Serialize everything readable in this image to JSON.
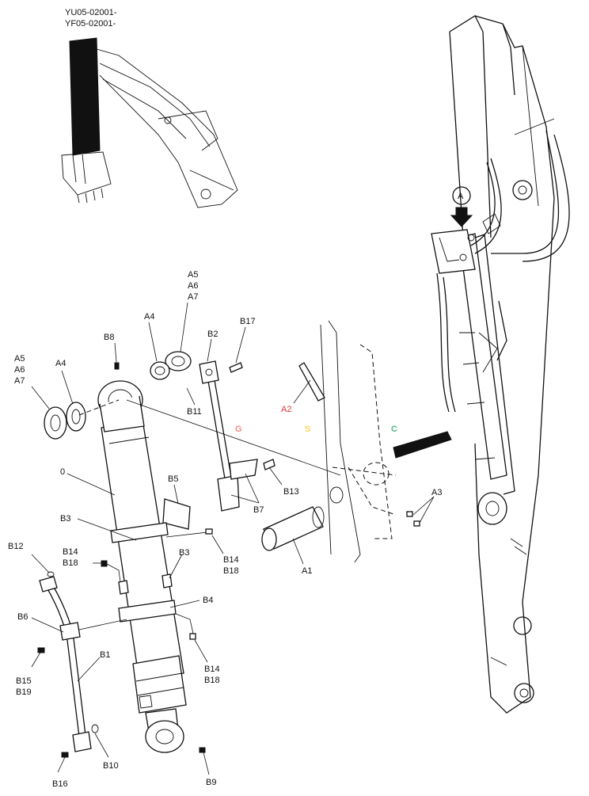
{
  "serials": [
    "YU05-02001-",
    "YF05-02001-"
  ],
  "view_marker": "A",
  "watermark": {
    "letters": [
      "C",
      "G",
      "S",
      "C"
    ],
    "colors": [
      "#4f8ff7",
      "#f47b73",
      "#f7d24a",
      "#3fae7b"
    ]
  },
  "callouts": {
    "a5_left": "A5",
    "a6_left": "A6",
    "a7_left": "A7",
    "a4_left": "A4",
    "a5_top": "A5",
    "a6_top": "A6",
    "a7_top": "A7",
    "a4_top": "A4",
    "b8": "B8",
    "b2": "B2",
    "b17": "B17",
    "b11": "B11",
    "a2": "A2",
    "zero": "0",
    "b5": "B5",
    "b13": "B13",
    "b7": "B7",
    "a3": "A3",
    "a1": "A1",
    "b3_left": "B3",
    "b3_right": "B3",
    "b12": "B12",
    "b14_a": "B14",
    "b18_a": "B18",
    "b14_b": "B14",
    "b18_b": "B18",
    "b4": "B4",
    "b6": "B6",
    "b14_c": "B14",
    "b18_c": "B18",
    "b1": "B1",
    "b15": "B15",
    "b19": "B19",
    "b10": "B10",
    "b16": "B16",
    "b9": "B9"
  }
}
